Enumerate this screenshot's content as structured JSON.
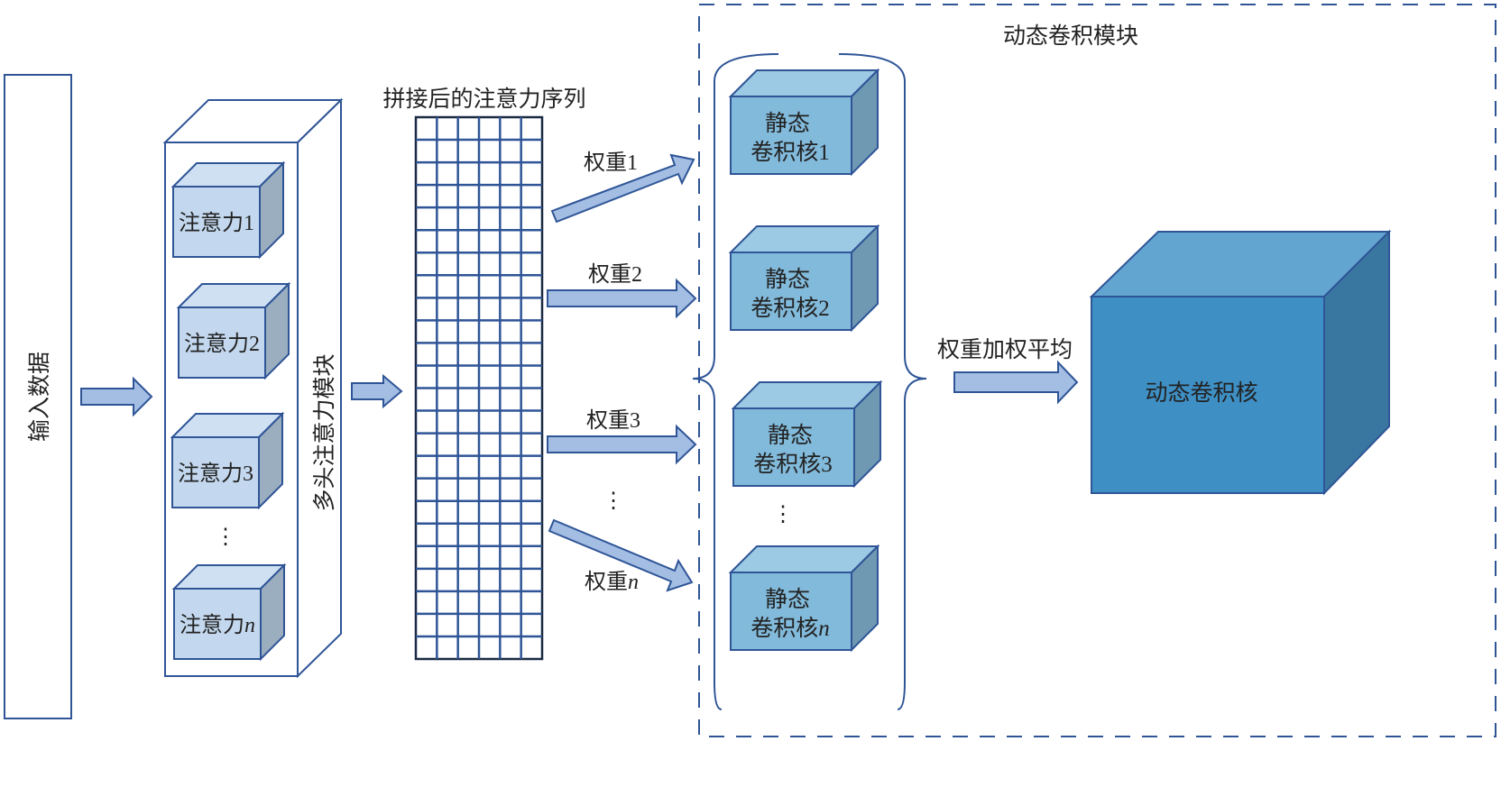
{
  "input": {
    "label": "输入数据"
  },
  "multi_head": {
    "label": "多头注意力模块",
    "heads": [
      {
        "label": "注意力",
        "index": "1",
        "italic": false
      },
      {
        "label": "注意力",
        "index": "2",
        "italic": false
      },
      {
        "label": "注意力",
        "index": "3",
        "italic": false
      },
      {
        "label": "注意力",
        "index": "n",
        "italic": true
      }
    ],
    "ellipsis": "⋮"
  },
  "sequence": {
    "label": "拼接后的注意力序列",
    "columns": 6,
    "rows": 24
  },
  "weights": [
    {
      "label": "权重",
      "index": "1",
      "italic": false
    },
    {
      "label": "权重",
      "index": "2",
      "italic": false
    },
    {
      "label": "权重",
      "index": "3",
      "italic": false
    },
    {
      "label": "权重",
      "index": "n",
      "italic": true
    }
  ],
  "weights_ellipsis": "⋮",
  "dynamic_module": {
    "title": "动态卷积模块",
    "static_kernels": [
      {
        "line1": "静态",
        "line2": "卷积核",
        "index": "1",
        "italic": false
      },
      {
        "line1": "静态",
        "line2": "卷积核",
        "index": "2",
        "italic": false
      },
      {
        "line1": "静态",
        "line2": "卷积核",
        "index": "3",
        "italic": false
      },
      {
        "line1": "静态",
        "line2": "卷积核",
        "index": "n",
        "italic": true
      }
    ],
    "kernels_ellipsis": "⋮",
    "aggregate_label": "权重加权平均",
    "dynamic_kernel": {
      "label": "动态卷积核"
    }
  },
  "colors": {
    "stroke": "#2f5597",
    "arrow_fill": "#a3bde3",
    "head_front": "#c3d8ee",
    "head_top": "#cfe0f3",
    "head_side": "#9aaebf",
    "kernel_front": "#82badb",
    "kernel_top": "#9cc9e3",
    "kernel_side": "#6f98b2",
    "dyn_front": "#3e8fc4",
    "dyn_top": "#62a5d0",
    "dyn_side": "#3a77a0",
    "grid": "#2f5597"
  }
}
